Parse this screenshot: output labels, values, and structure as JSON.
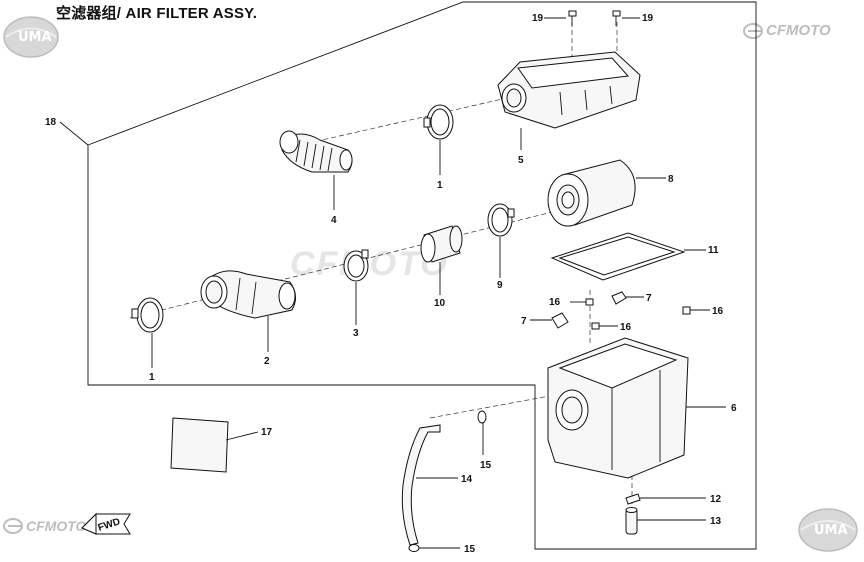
{
  "title": "空滤器组/ AIR FILTER ASSY.",
  "logos": {
    "uma_top_left": "UMA",
    "cfmoto_top_right": "CFMOTO",
    "cfmoto_bottom_left": "CFMOTO",
    "uma_bottom_right": "UMA",
    "watermark": "CFMOTO"
  },
  "fwd_arrow": "FWD",
  "callouts": {
    "c19a": "19",
    "c19b": "19",
    "c18": "18",
    "c5": "5",
    "c1top": "1",
    "c4": "4",
    "c8": "8",
    "c11": "11",
    "c9": "9",
    "c10": "10",
    "c3": "3",
    "c2": "2",
    "c1bottom": "1",
    "c16a": "16",
    "c16b": "16",
    "c16c": "16",
    "c7a": "7",
    "c7b": "7",
    "c6": "6",
    "c17": "17",
    "c15a": "15",
    "c14": "14",
    "c15b": "15",
    "c12": "12",
    "c13": "13"
  },
  "colors": {
    "line": "#111111",
    "logo_gray": "#bdbdbd"
  }
}
